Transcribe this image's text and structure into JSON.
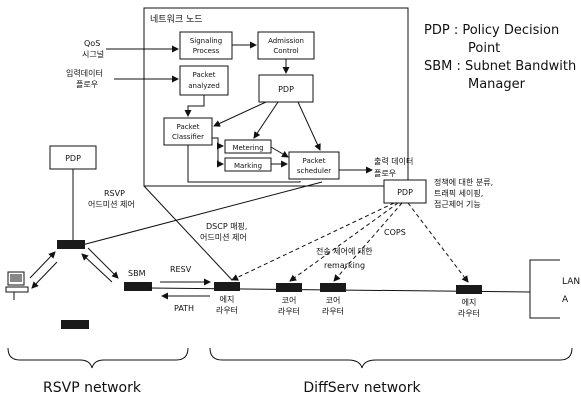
{
  "legend": {
    "pdp_line1": "PDP : Policy Decision",
    "pdp_line2": "Point",
    "sbm_line1": "SBM : Subnet Bandwith",
    "sbm_line2": "Manager"
  },
  "node_panel": {
    "title": "네트워크 노드",
    "qos_label": "QoS",
    "qos_sub": "시그널",
    "input_label": "입력데이터",
    "input_sub": "플로우",
    "signaling": [
      "Signaling",
      "Process"
    ],
    "admission": [
      "Admission",
      "Control"
    ],
    "analyzed": [
      "Packet",
      "analyzed"
    ],
    "pdp": "PDP",
    "classifier": [
      "Packet",
      "Classifier"
    ],
    "metering": "Metering",
    "marking": "Marking",
    "scheduler": [
      "Packet",
      "scheduler"
    ],
    "output_label": "출력 데이터",
    "output_sub": "플로우"
  },
  "rsvp_side": {
    "pdp": "PDP",
    "rsvp_label": "RSVP",
    "rsvp_sub": "어드미션 제어",
    "sbm": "SBM",
    "resv": "RESV",
    "path": "PATH",
    "dscp_line1": "DSCP 매핑,",
    "dscp_line2": "어드미션 제어"
  },
  "diffserv_side": {
    "pdp": "PDP",
    "policy_line1": "정책에 대한 분류,",
    "policy_line2": "트래픽 세이핑,",
    "policy_line3": "접근제어 기능",
    "cops": "COPS",
    "remark_line1": "전송 제어에 대한",
    "remark_line2": "remarking",
    "edge1_line1": "에지",
    "edge1_line2": "라우터",
    "core1_line1": "코어",
    "core1_line2": "라우터",
    "core2_line1": "코어",
    "core2_line2": "라우터",
    "edge2_line1": "에지",
    "edge2_line2": "라우터",
    "lan": "LAN",
    "lan_a": "A"
  },
  "footer": {
    "rsvp_network": "RSVP network",
    "diffserv_network": "DiffServ network"
  }
}
